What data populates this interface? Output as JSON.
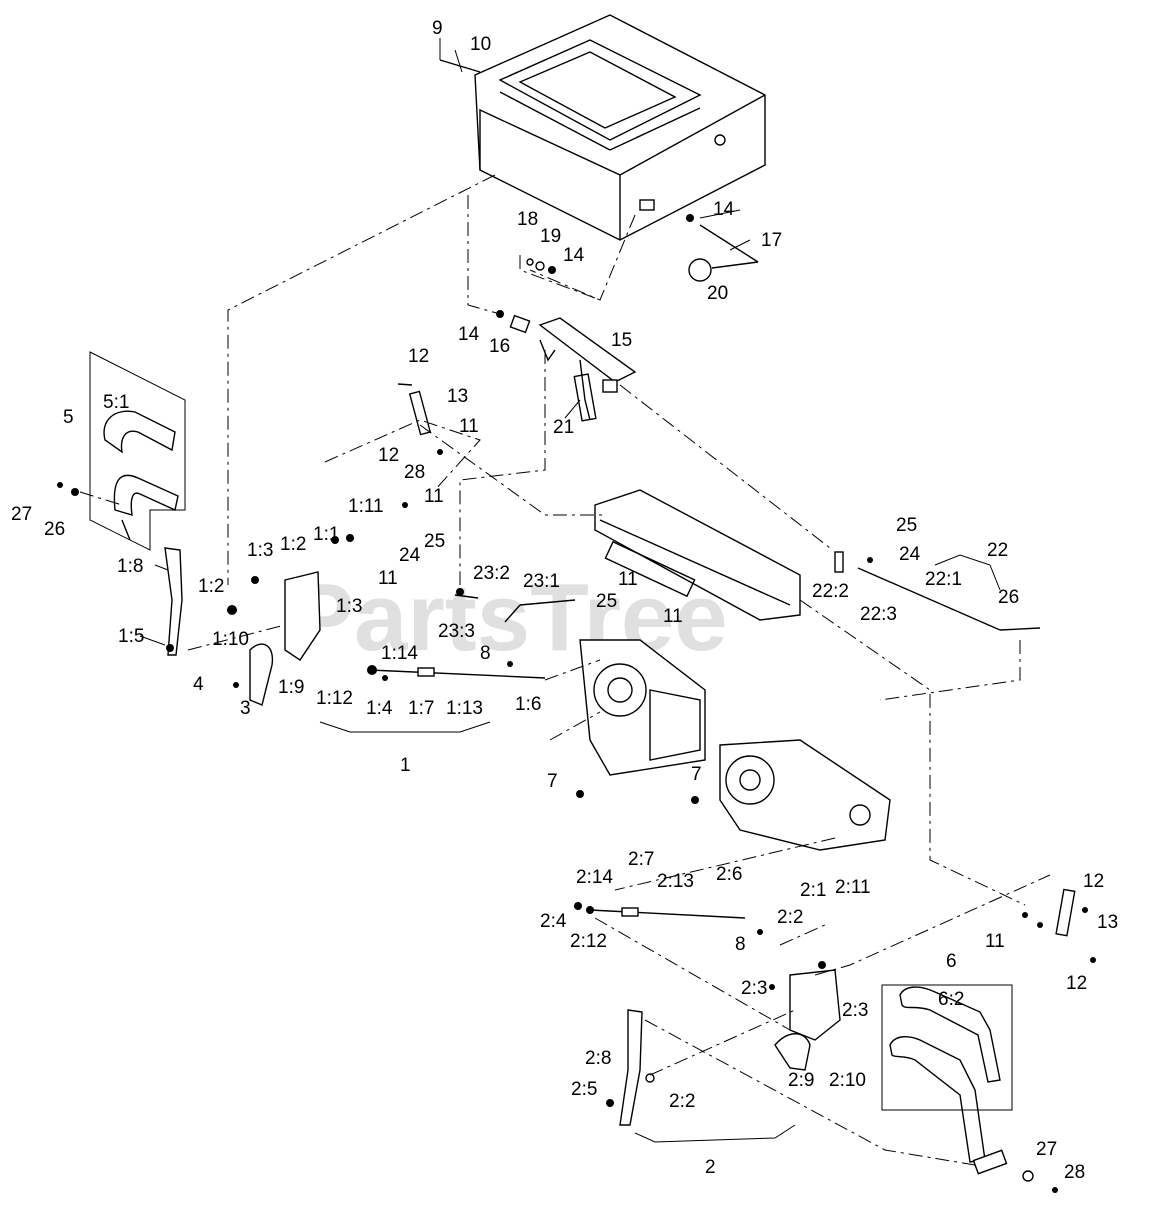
{
  "watermark": "PartsTree",
  "callouts": [
    "1",
    "1:1",
    "1:2",
    "1:2",
    "1:3",
    "1:3",
    "1:4",
    "1:5",
    "1:6",
    "1:7",
    "1:8",
    "1:9",
    "1:10",
    "1:11",
    "1:12",
    "1:13",
    "1:14",
    "2",
    "2:1",
    "2:2",
    "2:2",
    "2:3",
    "2:3",
    "2:4",
    "2:5",
    "2:6",
    "2:7",
    "2:8",
    "2:9",
    "2:10",
    "2:11",
    "2:12",
    "2:13",
    "2:14",
    "3",
    "4",
    "5",
    "5:1",
    "6",
    "6:2",
    "7",
    "7",
    "8",
    "8",
    "9",
    "10",
    "11",
    "11",
    "11",
    "11",
    "11",
    "11",
    "12",
    "12",
    "12",
    "12",
    "13",
    "13",
    "14",
    "14",
    "14",
    "15",
    "16",
    "17",
    "18",
    "19",
    "20",
    "21",
    "22",
    "22:1",
    "22:2",
    "22:3",
    "23:1",
    "23:2",
    "23:3",
    "24",
    "24",
    "25",
    "25",
    "25",
    "26",
    "26",
    "27",
    "27",
    "28",
    "28"
  ]
}
